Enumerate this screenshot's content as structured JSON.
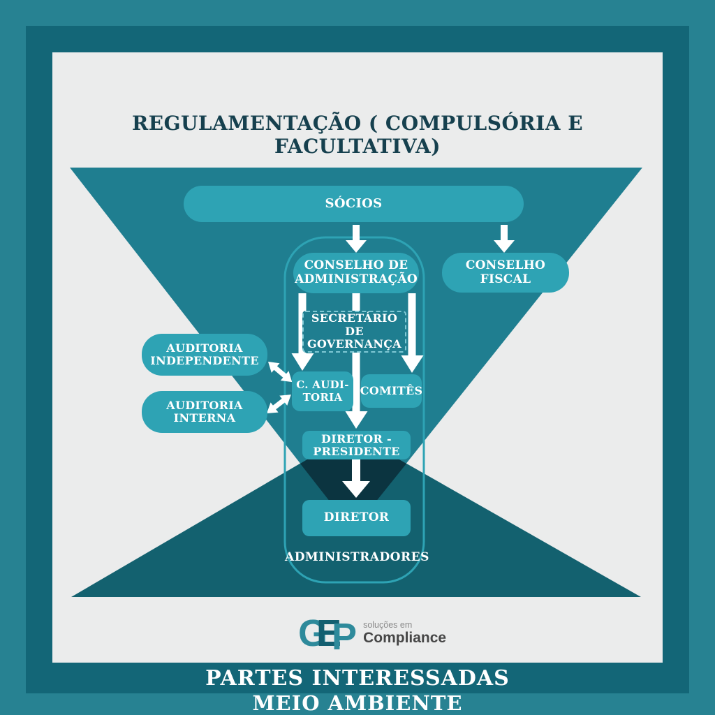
{
  "header": {
    "title": "REGULAMENTAÇÃO ( COMPULSÓRIA E FACULTATIVA)"
  },
  "nodes": {
    "socios": "SÓCIOS",
    "conselho_administracao": "CONSELHO DE\nADMINISTRAÇÃO",
    "conselho_fiscal": "CONSELHO\nFISCAL",
    "secretario_governanca": "SECRETÁRIO DE\nGOVERNANÇA",
    "comite_auditoria": "C. AUDI-\nTORIA",
    "comites": "COMITÊS",
    "diretor_presidente": "DIRETOR -\nPRESIDENTE",
    "diretor": "DIRETOR",
    "auditoria_independente": "AUDITORIA\nINDEPENDENTE",
    "auditoria_interna": "AUDITORIA\nINTERNA",
    "administradores": "ADMINISTRADORES"
  },
  "frame": {
    "partes_interessadas": "PARTES INTERESSADAS",
    "meio_ambiente": "MEIO AMBIENTE"
  },
  "logo": {
    "letter_g": "G",
    "letter_e": "E",
    "letter_p": "P",
    "tagline": "soluções em",
    "brand": "Compliance"
  },
  "colors": {
    "outer_band": "#278292",
    "inner_band": "#136677",
    "content_bg": "#EBECEC",
    "triangle_top": "#1F7E90",
    "triangle_bottom": "#13616F",
    "triangle_overlap": "#0B3440",
    "node_fill": "#2EA3B4",
    "container_border": "#2EA3B4",
    "dashed_border": "#7FC8D4",
    "title_text": "#16404E",
    "arrow": "#FFFFFF"
  }
}
